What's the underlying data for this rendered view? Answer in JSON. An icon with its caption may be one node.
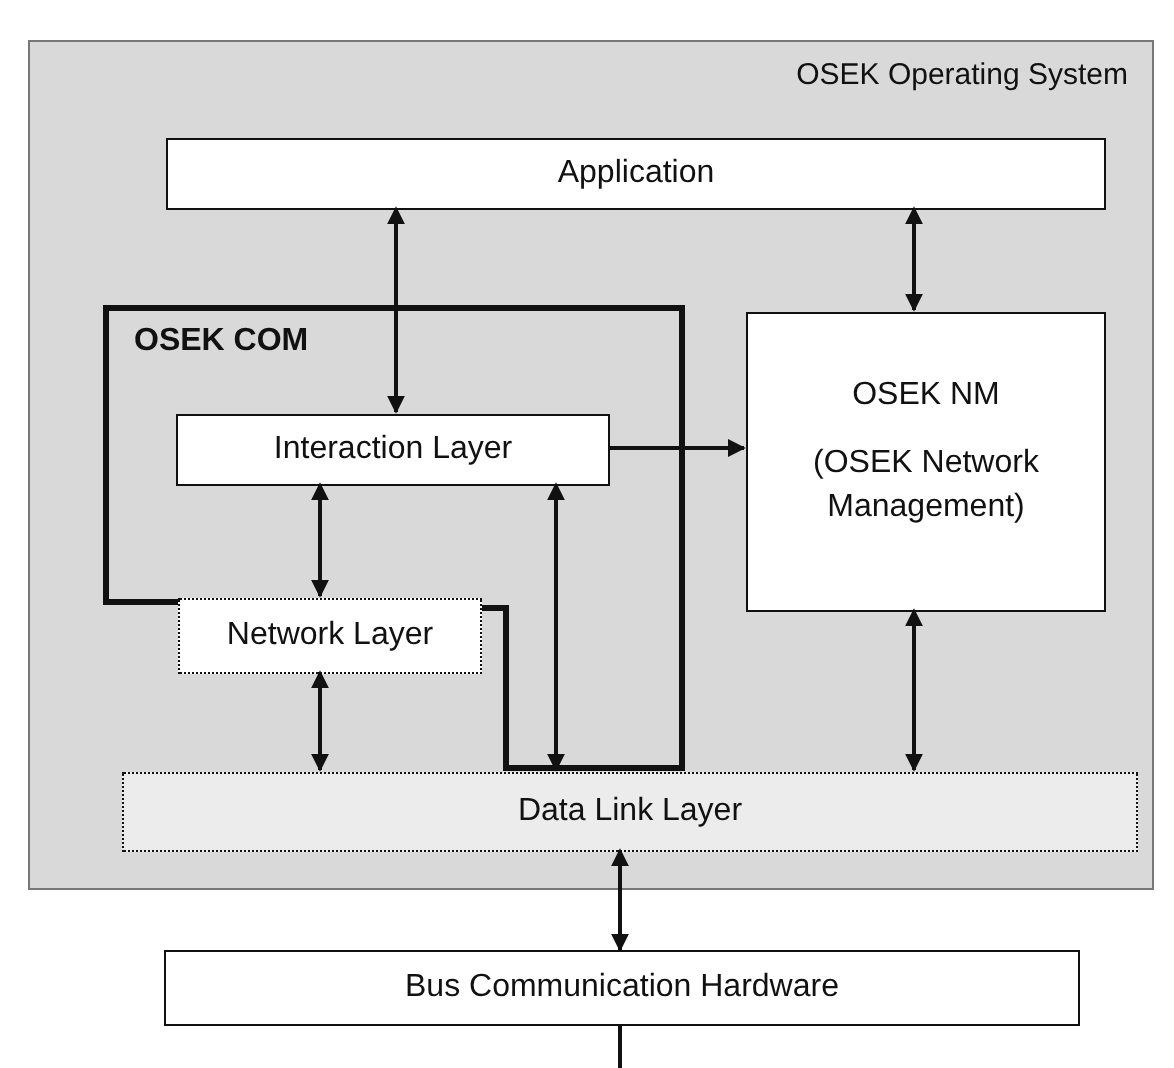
{
  "diagram": {
    "nodes": [
      {
        "text": [
          "OSEK Operating System"
        ]
      },
      {
        "text": [
          "Application"
        ],
        "in": 0
      },
      {
        "text": [
          "OSEK COM"
        ],
        "in": 0
      },
      {
        "text": [
          "Interaction Layer"
        ],
        "in": 2
      },
      {
        "text": [
          "OSEK NM",
          "(OSEK Network Management)"
        ],
        "in": 0
      },
      {
        "text": [
          "Network Layer"
        ],
        "in": 2
      },
      {
        "text": [
          "Data Link Layer"
        ],
        "in": 0
      },
      {
        "text": [
          "Bus Communication Hardware"
        ]
      }
    ],
    "edges": [
      {
        "from": 1,
        "to": 3,
        "arrow": "both"
      },
      {
        "from": 1,
        "to": 4,
        "arrow": "both"
      },
      {
        "from": 3,
        "to": 4,
        "arrow": "to"
      },
      {
        "from": 3,
        "to": 5,
        "arrow": "both"
      },
      {
        "from": 3,
        "to": 6,
        "arrow": "both"
      },
      {
        "from": 5,
        "to": 6,
        "arrow": "both"
      },
      {
        "from": 4,
        "to": 6,
        "arrow": "both"
      },
      {
        "from": 6,
        "to": 7,
        "arrow": "both"
      },
      {
        "from": 7,
        "to": null,
        "arrow": "none"
      }
    ]
  }
}
